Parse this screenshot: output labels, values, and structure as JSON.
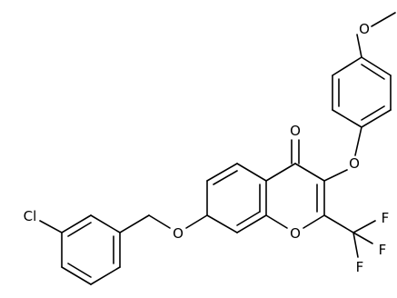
{
  "atoms": {
    "methoxy_o": "O",
    "ether_o_phenoxy": "O",
    "carbonyl_o": "O",
    "ring_o": "O",
    "benzyl_ether_o": "O",
    "chlorine": "Cl",
    "fluorine_1": "F",
    "fluorine_2": "F",
    "fluorine_3": "F"
  },
  "colors": {
    "bond": "#000000",
    "label": "#000000",
    "background": "#ffffff"
  }
}
